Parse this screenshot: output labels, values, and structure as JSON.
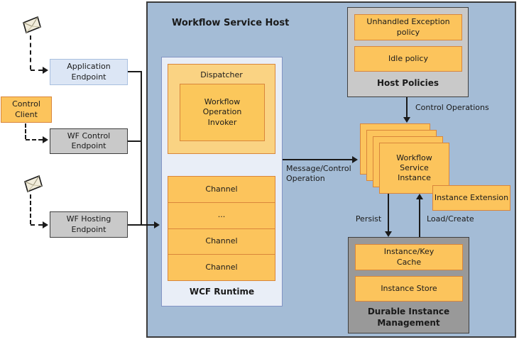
{
  "colors": {
    "panel_blue": "#A4BCD6",
    "runtime_background": "#E9EEF7",
    "orange_fill": "#FCC45C",
    "orange_light_fill": "#FAD383",
    "orange_border": "#D9863B",
    "gray_fill": "#C9C9C9",
    "dark_gray_fill": "#999999",
    "endpoint_blue_fill": "#DCE6F5",
    "line_color": "#1A1A1A"
  },
  "left_column": {
    "application_endpoint": "Application\nEndpoint",
    "control_client": "Control\nClient",
    "wf_control_endpoint": "WF Control\nEndpoint",
    "wf_hosting_endpoint": "WF Hosting\nEndpoint"
  },
  "host": {
    "title": "Workflow Service Host",
    "wcf_runtime": {
      "label": "WCF Runtime",
      "dispatcher": {
        "label": "Dispatcher",
        "invoker": "Workflow\nOperation\nInvoker"
      },
      "channels": [
        "Channel",
        "...",
        "Channel",
        "Channel"
      ]
    },
    "message_arrow_label": "Message/Control\nOperation",
    "host_policies": {
      "title": "Host Policies",
      "unhandled_exception_policy": "Unhandled Exception\npolicy",
      "idle_policy": "Idle policy"
    },
    "control_operations_label": "Control Operations",
    "workflow_service_instance": "Workflow\nService\nInstance",
    "instance_extension": "Instance Extension",
    "persist_label": "Persist",
    "load_create_label": "Load/Create",
    "durable_instance_management": {
      "title": "Durable Instance\nManagement",
      "instance_key_cache": "Instance/Key\nCache",
      "instance_store": "Instance Store"
    }
  }
}
